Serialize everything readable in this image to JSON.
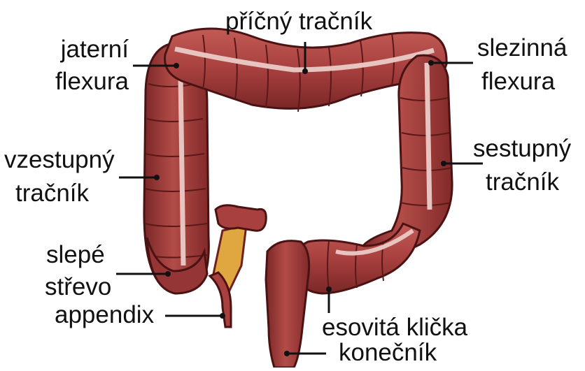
{
  "labels": {
    "transverse_colon": "příčný tračník",
    "hepatic_flexure": [
      "jaterní",
      "flexura"
    ],
    "splenic_flexure": [
      "slezinná",
      "flexura"
    ],
    "ascending_colon": [
      "vzestupný",
      "tračník"
    ],
    "descending_colon": [
      "sestupný",
      "tračník"
    ],
    "cecum": [
      "slepé",
      "střevo"
    ],
    "appendix": "appendix",
    "sigmoid_colon": "esovitá klička",
    "rectum": "konečník"
  },
  "colors": {
    "colon_fill": "#a8403f",
    "colon_dark": "#6e1f1f",
    "colon_light": "#c9605b",
    "inner_band": "#e8c4c0",
    "fat": "#e0a640",
    "leader_line": "#111111",
    "text": "#111111"
  }
}
